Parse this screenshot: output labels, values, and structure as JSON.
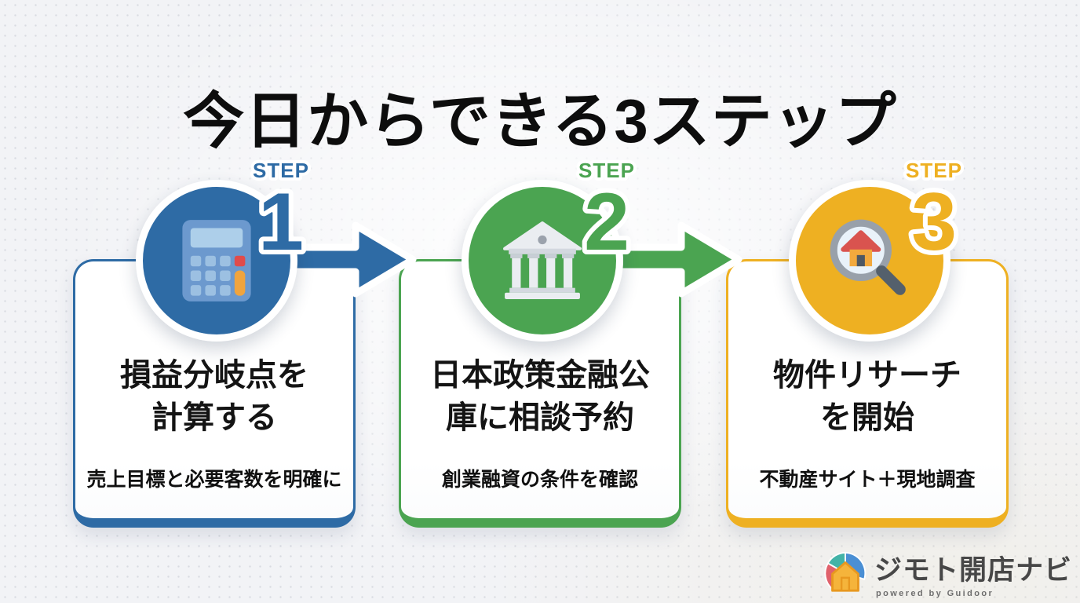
{
  "page": {
    "title": "今日からできる3ステップ"
  },
  "steps": [
    {
      "label": "STEP",
      "number": "1",
      "accent": "#2E6BA5",
      "icon": "calculator-icon",
      "title_line1": "損益分岐点を",
      "title_line2": "計算する",
      "subtitle": "売上目標と必要客数を明確に"
    },
    {
      "label": "STEP",
      "number": "2",
      "accent": "#4BA451",
      "icon": "bank-icon",
      "title_line1": "日本政策金融公",
      "title_line2": "庫に相談予約",
      "subtitle": "創業融資の条件を確認"
    },
    {
      "label": "STEP",
      "number": "3",
      "accent": "#EEB022",
      "icon": "magnifier-house-icon",
      "title_line1": "物件リサーチ",
      "title_line2": "を開始",
      "subtitle": "不動産サイト＋現地調査"
    }
  ],
  "footer": {
    "brand": "ジモト開店ナビ",
    "powered_by": "powered by Guidoor",
    "brand_icon": "guidoor-house-pin-logo-icon"
  }
}
